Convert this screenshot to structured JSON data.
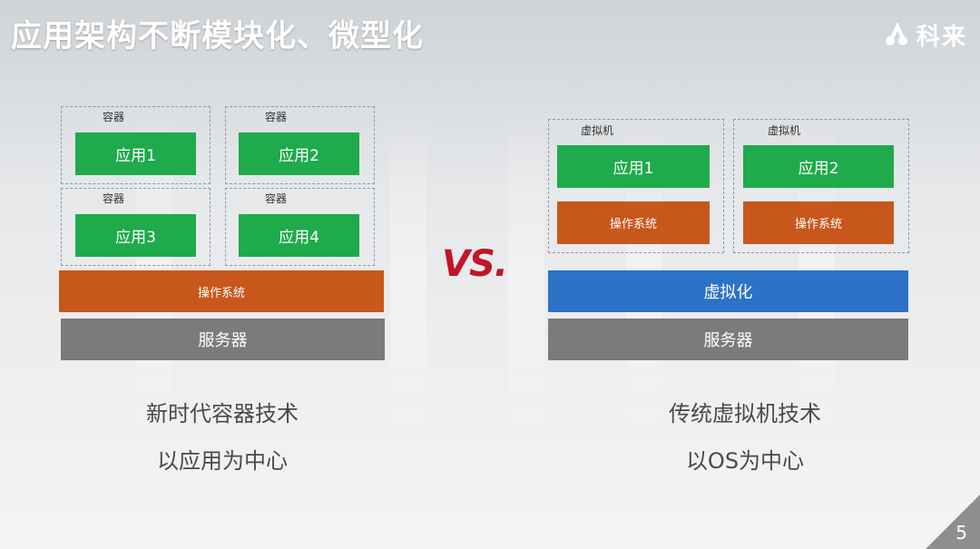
{
  "title": "应用架构不断模块化、微型化",
  "logo": {
    "text": "科来",
    "icon": "kelai-logo-icon"
  },
  "left": {
    "containers": [
      {
        "label": "容器",
        "app": "应用1"
      },
      {
        "label": "容器",
        "app": "应用2"
      },
      {
        "label": "容器",
        "app": "应用3"
      },
      {
        "label": "容器",
        "app": "应用4"
      }
    ],
    "os": "操作系统",
    "server": "服务器",
    "caption1": "新时代容器技术",
    "caption2": "以应用为中心"
  },
  "vs": "VS.",
  "right": {
    "vms": [
      {
        "label": "虚拟机",
        "app": "应用1",
        "os": "操作系统"
      },
      {
        "label": "虚拟机",
        "app": "应用2",
        "os": "操作系统"
      }
    ],
    "virtualization": "虚拟化",
    "server": "服务器",
    "caption1": "传统虚拟机技术",
    "caption2": "以OS为中心"
  },
  "page_number": "5",
  "colors": {
    "app_green": "#1faa4b",
    "os_orange": "#c8571c",
    "virt_blue": "#2c72c7",
    "server_gray": "#7b7b7b",
    "vs_red": "#c0152a"
  }
}
